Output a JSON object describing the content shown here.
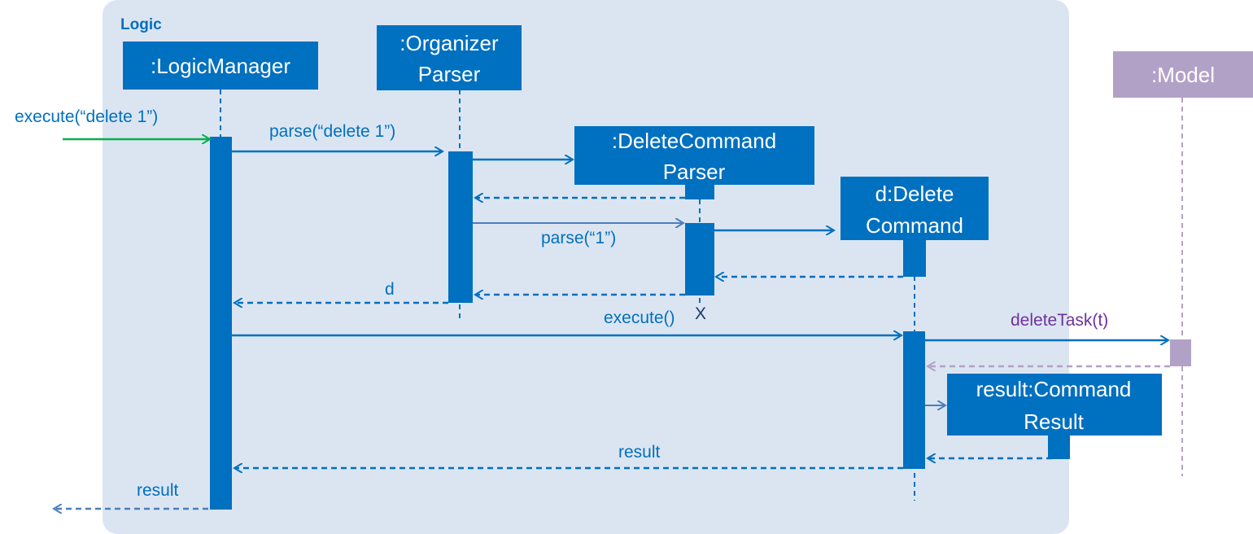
{
  "frame": {
    "label": "Logic"
  },
  "participants": {
    "logic_manager": {
      "label": ":LogicManager"
    },
    "organizer_parser": {
      "line1": ":Organizer",
      "line2": "Parser"
    },
    "delete_command_parser": {
      "line1": ":DeleteCommand",
      "line2": "Parser"
    },
    "delete_command": {
      "line1": "d:Delete",
      "line2": "Command"
    },
    "command_result": {
      "line1": "result:Command",
      "line2": "Result"
    },
    "model": {
      "label": ":Model"
    }
  },
  "messages": {
    "execute_delete": "execute(“delete 1”)",
    "parse_delete": "parse(“delete 1”)",
    "parse_one": "parse(“1”)",
    "return_d": "d",
    "destroy_marker": "X",
    "execute": "execute()",
    "delete_task": "deleteTask(t)",
    "return_result_inner": "result",
    "return_result_outer": "result"
  },
  "colors": {
    "frame_bg": "#dbe5f1",
    "primary": "#0070c0",
    "return_line": "#4a7ebb",
    "model": "#b2a1c7",
    "model_text": "#7030a0",
    "entry_arrow": "#00b050"
  }
}
